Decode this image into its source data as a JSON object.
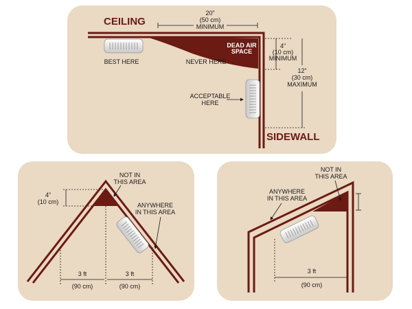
{
  "colors": {
    "panel_bg": "#ead9c3",
    "wall": "#6b1a14",
    "dead_air": "#6b1a14",
    "detector": "#f2f2f2"
  },
  "top_panel": {
    "ceiling_title": "CEILING",
    "sidewall_title": "SIDEWALL",
    "width_line1": "20”",
    "width_line2": "(50 cm)",
    "width_line3": "MINIMUM",
    "dead_air_line1": "DEAD AIR",
    "dead_air_line2": "SPACE",
    "best_here": "BEST HERE",
    "never_here": "NEVER HERE",
    "acceptable_line1": "ACCEPTABLE",
    "acceptable_line2": "HERE",
    "min_line1": "4”",
    "min_line2": "(10 cm)",
    "min_line3": "MINIMUM",
    "max_line1": "12”",
    "max_line2": "(30 cm)",
    "max_line3": "MAXIMUM",
    "detector_icon": "smoke-detector-icon"
  },
  "bottom_left_panel": {
    "not_in_line1": "NOT IN",
    "not_in_line2": "THIS AREA",
    "height_line1": "4”",
    "height_line2": "(10 cm)",
    "anywhere_line1": "ANYWHERE",
    "anywhere_line2": "IN THIS AREA",
    "left_dist_line1": "3 ft",
    "left_dist_line2": "(90 cm)",
    "right_dist_line1": "3 ft",
    "right_dist_line2": "(90 cm)",
    "detector_icon": "smoke-detector-icon"
  },
  "bottom_right_panel": {
    "not_in_line1": "NOT IN",
    "not_in_line2": "THIS AREA",
    "anywhere_line1": "ANYWHERE",
    "anywhere_line2": "IN THIS AREA",
    "dist_line1": "3 ft",
    "dist_line2": "(90 cm)",
    "detector_icon": "smoke-detector-icon"
  }
}
